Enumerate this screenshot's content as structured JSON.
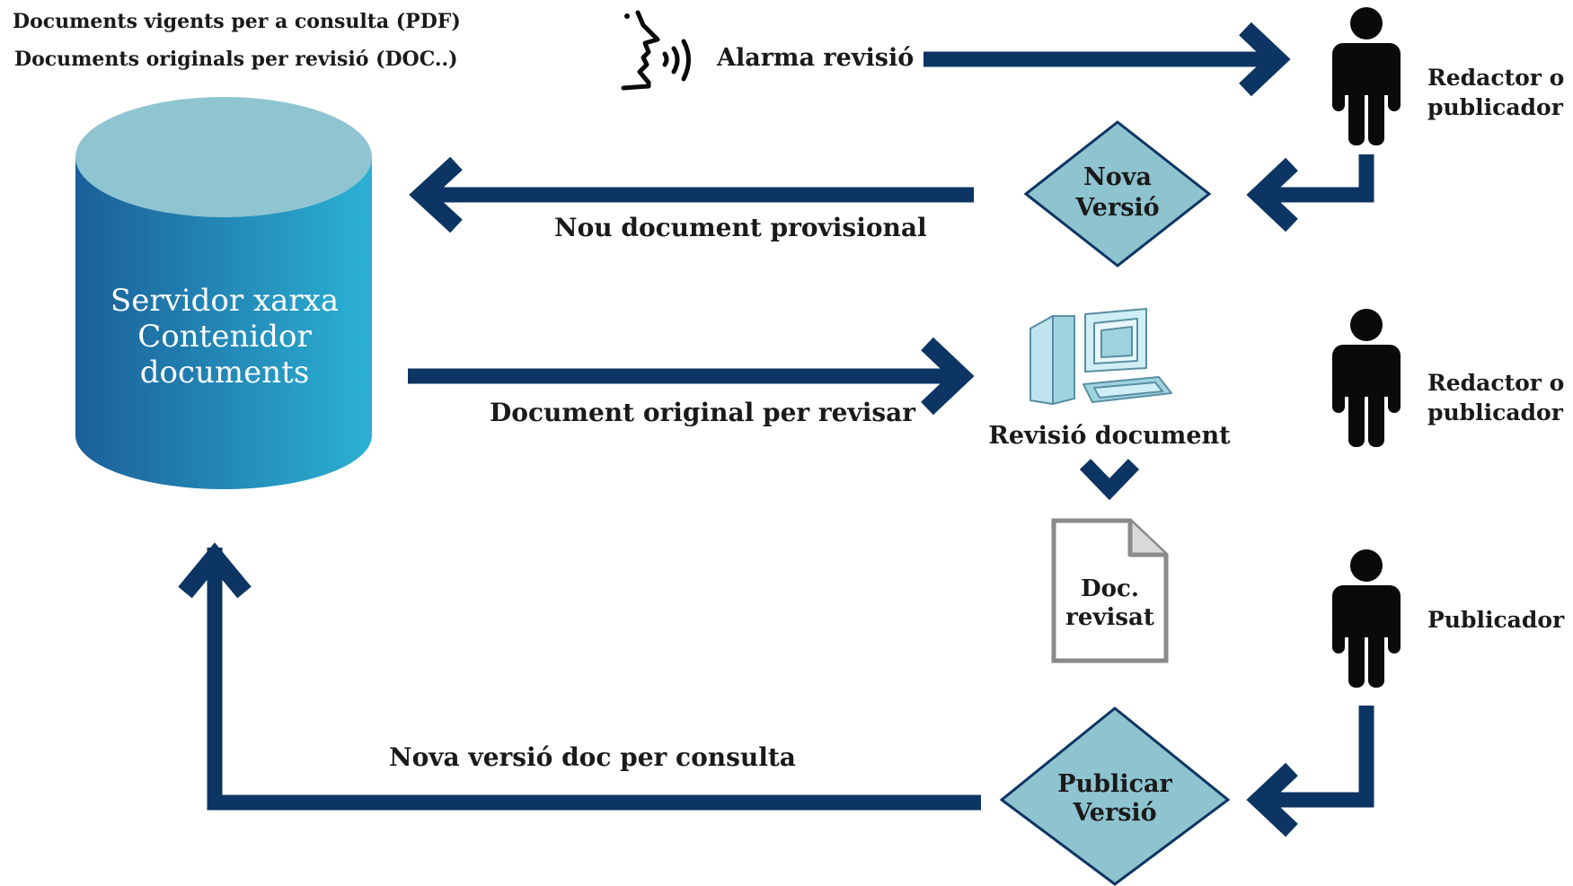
{
  "header": {
    "line1": "Documents vigents per a consulta (PDF)",
    "line2": "Documents originals per revisió (DOC..)"
  },
  "database": {
    "line1": "Servidor xarxa",
    "line2": "Contenidor",
    "line3": "documents"
  },
  "alarm": {
    "icon": "speaking-head-icon",
    "label": "Alarma revisió"
  },
  "roles": {
    "editor_top": {
      "line1": "Redactor o",
      "line2": "publicador",
      "icon": "person-icon"
    },
    "editor_mid": {
      "line1": "Redactor o",
      "line2": "publicador",
      "icon": "person-icon"
    },
    "publisher": {
      "label": "Publicador",
      "icon": "person-icon"
    }
  },
  "decisions": {
    "new_version": {
      "line1": "Nova",
      "line2": "Versió"
    },
    "publish_version": {
      "line1": "Publicar",
      "line2": "Versió"
    }
  },
  "flows": {
    "new_provisional": "Nou document provisional",
    "original_for_review": "Document original per revisar",
    "new_version_for_consult": "Nova versió doc per consulta"
  },
  "review": {
    "icon": "computer-icon",
    "label": "Revisió document"
  },
  "reviewed_doc": {
    "icon": "document-icon",
    "line1": "Doc.",
    "line2": "revisat"
  },
  "colors": {
    "arrow": "#0d3563",
    "diamond_fill": "#8ec3d0",
    "db_top": "#8ec5d1",
    "db_left": "#1b5f99",
    "db_right": "#2bb1d4",
    "person": "#0a0a0a"
  }
}
